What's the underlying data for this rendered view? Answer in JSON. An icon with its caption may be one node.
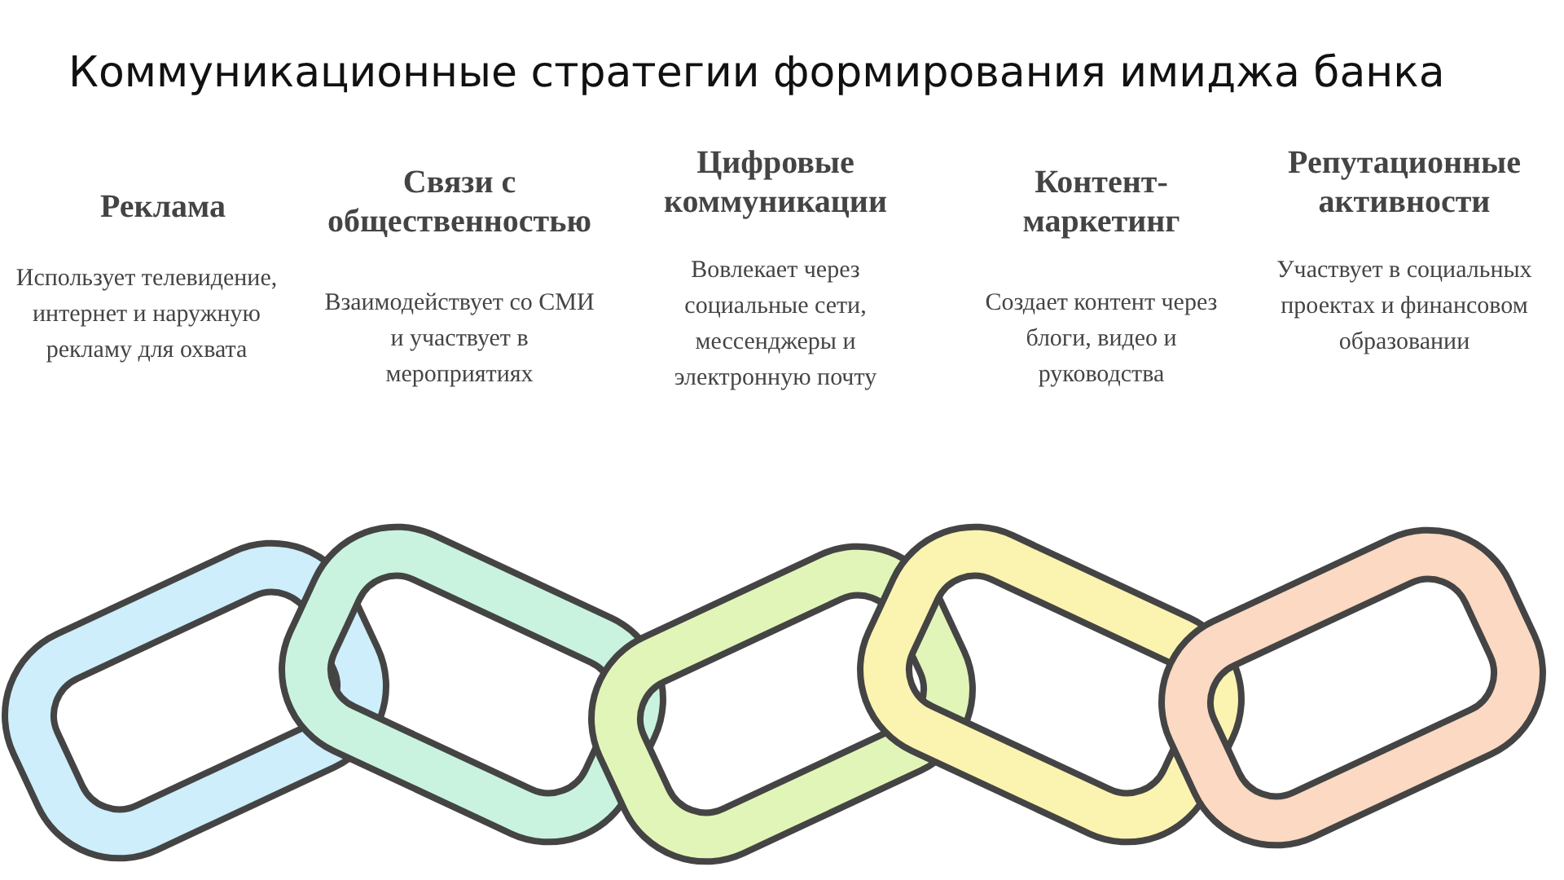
{
  "diagram": {
    "title": "Коммуникационные стратегии формирования имиджа банка",
    "labels": [
      "Реклама",
      "Использует телевидение, интернет и наружную рекламу для охвата",
      "Связи с общественностью",
      "Взаимодействует со СМИ и участвует в мероприятиях",
      "Цифровые коммуникации",
      "Вовлекает через социальные сети, мессенджеры и электронную почту",
      "Контент-маркетинг",
      "Создает контент через блоги, видео и руководства",
      "Репутационные активности",
      "Участвует в социальных проектах и финансовом образовании"
    ]
  }
}
